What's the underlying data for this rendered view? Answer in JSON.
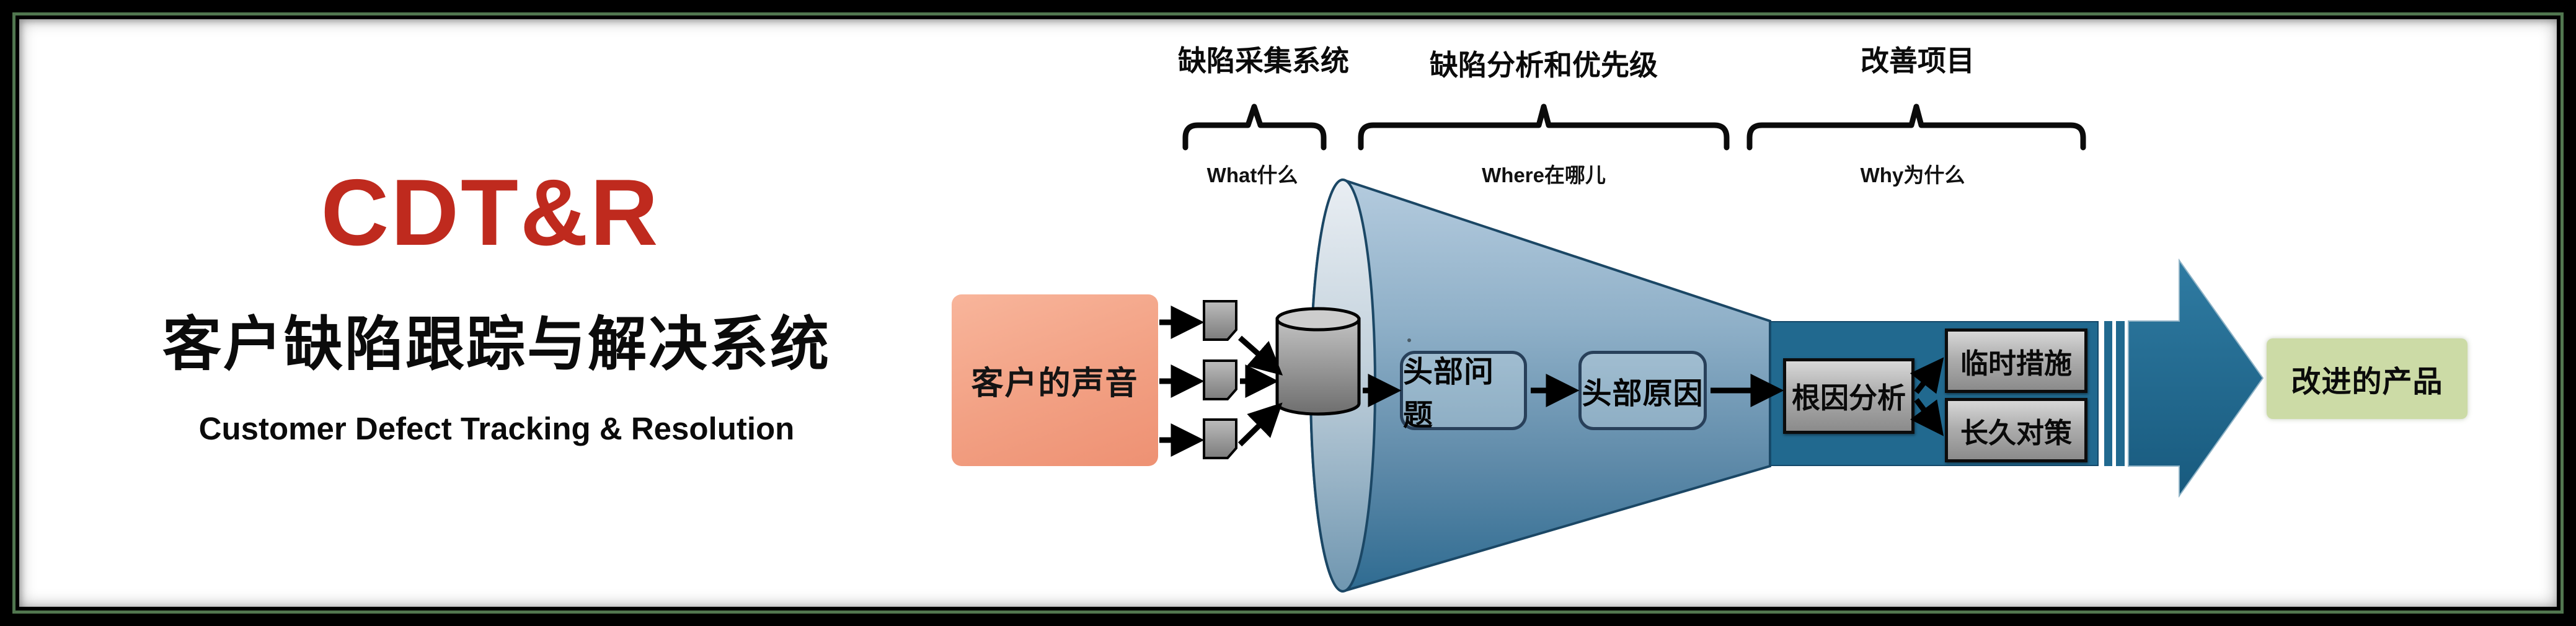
{
  "header": {
    "acronym": "CDT&R",
    "title_zh": "客户缺陷跟踪与解决系统",
    "title_en": "Customer Defect Tracking & Resolution"
  },
  "stages": [
    {
      "label": "缺陷采集系统",
      "question": "What什么"
    },
    {
      "label": "缺陷分析和优先级",
      "question": "Where在哪儿"
    },
    {
      "label": "改善项目",
      "question": "Why为什么"
    }
  ],
  "flow": {
    "voice_of_customer": "客户的声音",
    "top_issues": "头部问题",
    "top_causes": "头部原因",
    "root_cause_analysis": "根因分析",
    "temporary_measures": "临时措施",
    "permanent_countermeasures": "长久对策",
    "improved_product": "改进的产品"
  },
  "colors": {
    "accent_red": "#bf2a1e",
    "voice_box_salmon": "#f2a083",
    "funnel_blue": "#7fa5c0",
    "panel_teal": "#21698f",
    "big_arrow_blue": "#20638a",
    "product_green": "#ccdba6",
    "frame_pinstripe_green": "#50764f"
  }
}
